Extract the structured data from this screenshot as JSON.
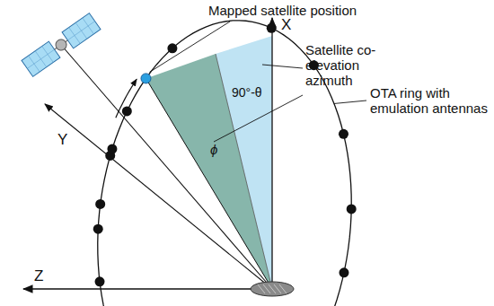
{
  "diagram": {
    "labels": [
      "Mapped satellite position",
      "Satellite co-elevation azimuth",
      "OTA ring with emulation antennas",
      "X",
      "Y",
      "Z",
      "ϕ",
      "90°-θ"
    ]
  }
}
